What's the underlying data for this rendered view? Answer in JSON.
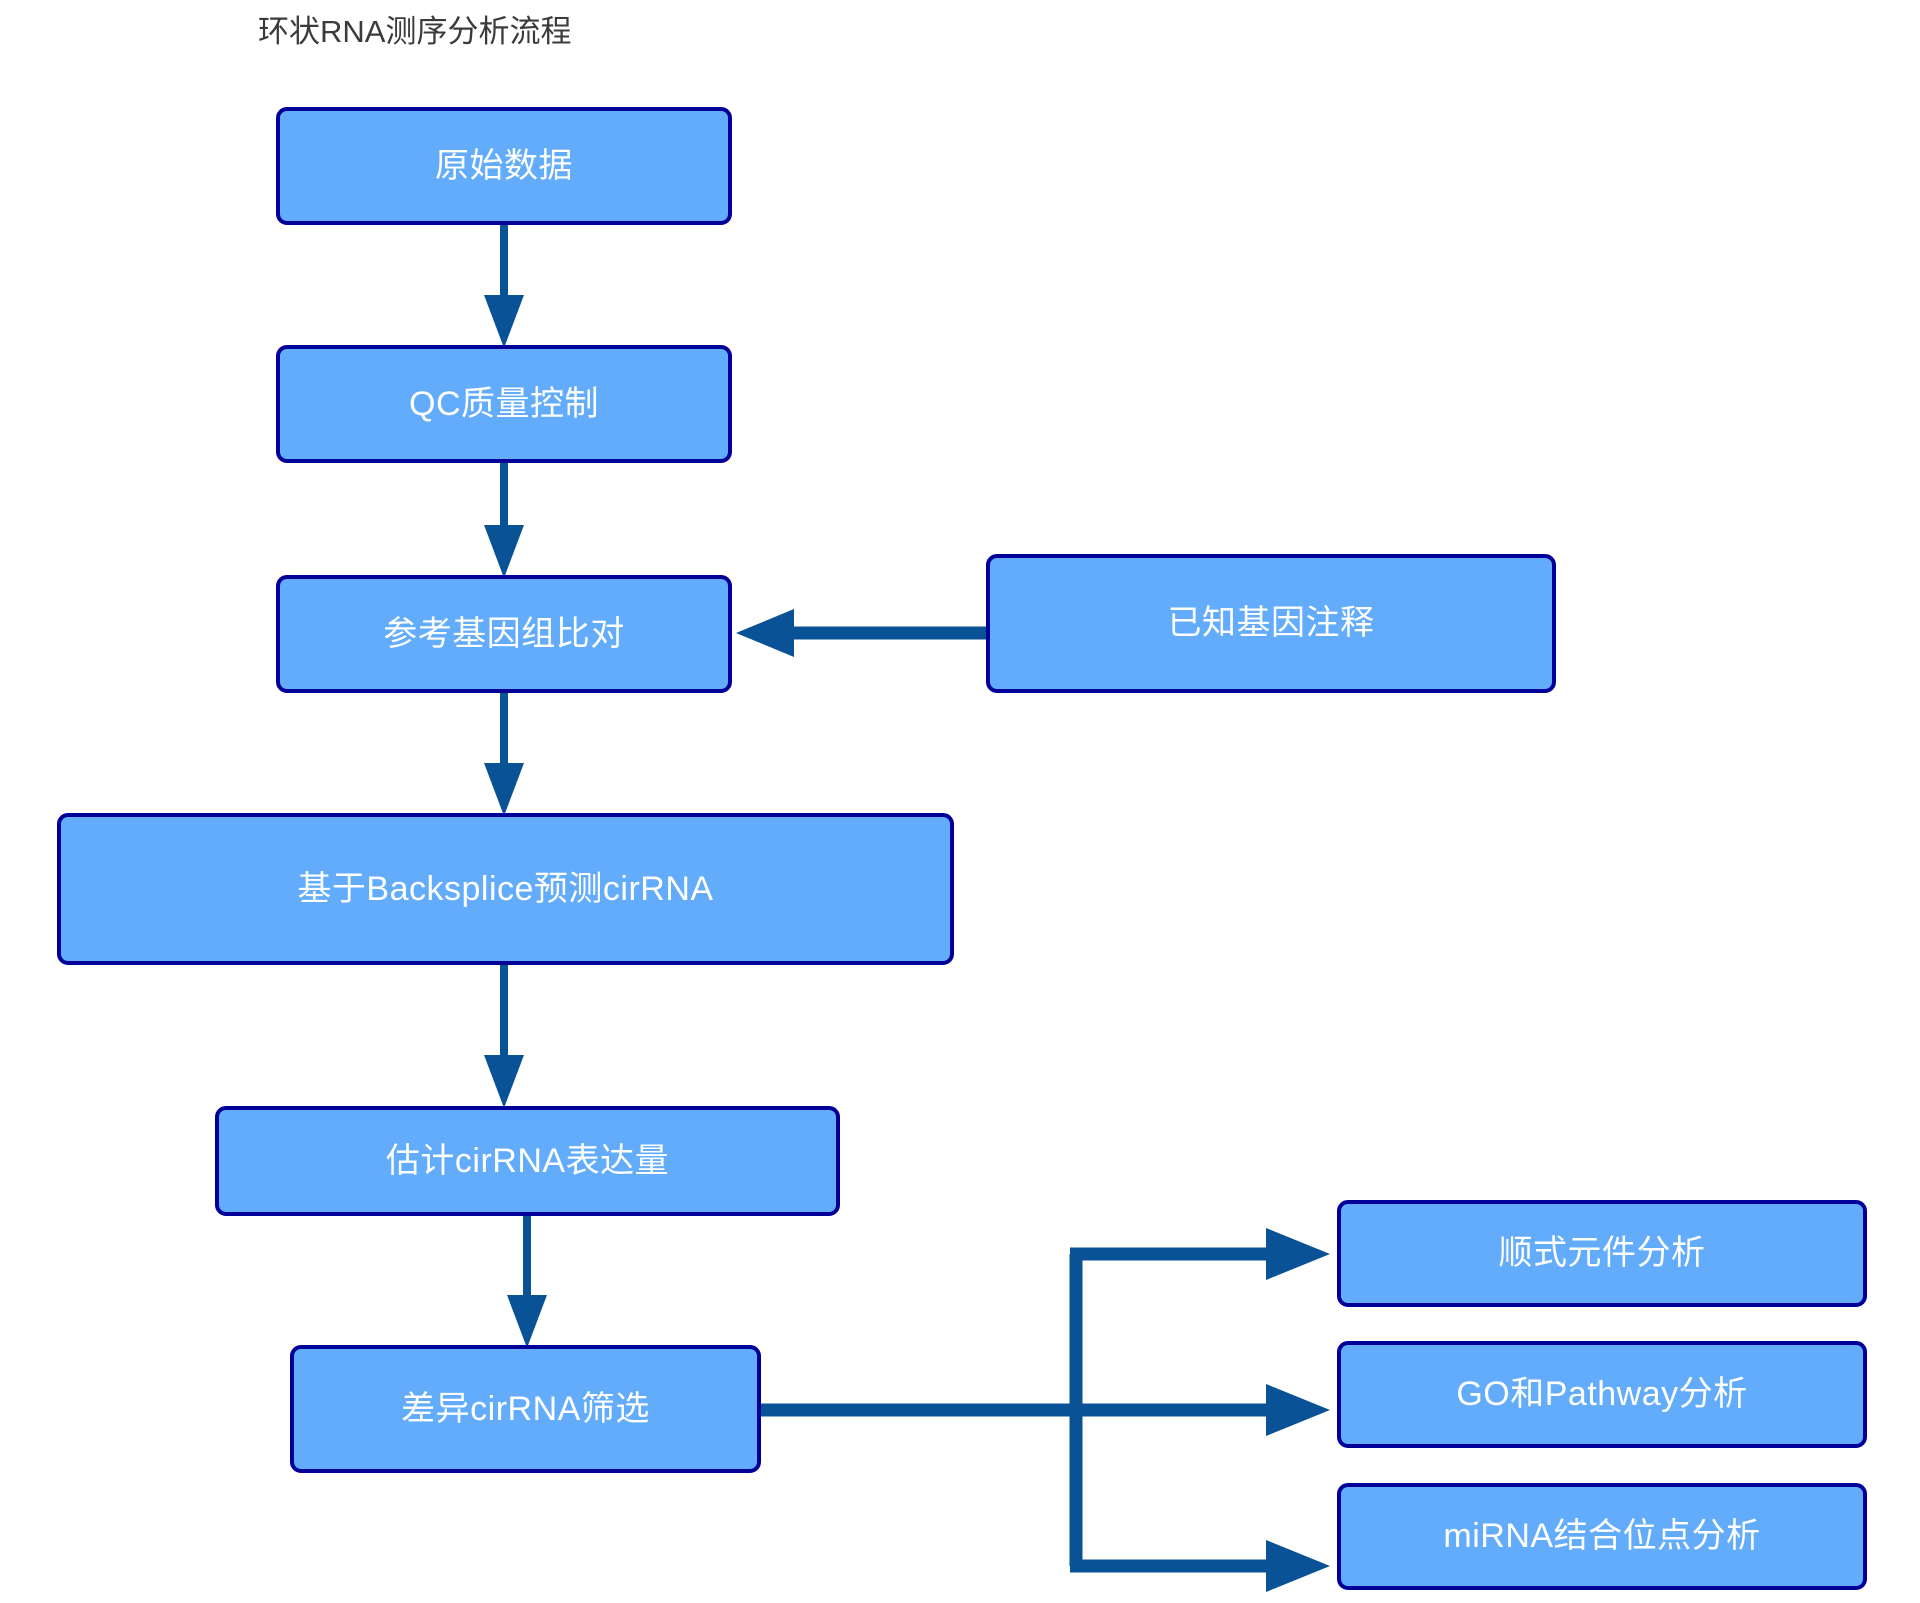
{
  "diagram": {
    "title": "环状RNA测序分析流程",
    "colors": {
      "node_fill": "#62acfb",
      "node_border": "#000099",
      "node_text": "#ffffff",
      "arrow": "#0a5296",
      "title_text": "#3b3b3b",
      "background": "#ffffff"
    },
    "nodes": [
      {
        "id": "raw-data",
        "label": "原始数据"
      },
      {
        "id": "qc",
        "label": "QC质量控制"
      },
      {
        "id": "align",
        "label": "参考基因组比对"
      },
      {
        "id": "annotation",
        "label": "已知基因注释"
      },
      {
        "id": "backsplice",
        "label": "基于Backsplice预测cirRNA"
      },
      {
        "id": "expression",
        "label": "估计cirRNA表达量"
      },
      {
        "id": "diff",
        "label": "差异cirRNA筛选"
      },
      {
        "id": "cis",
        "label": "顺式元件分析"
      },
      {
        "id": "go",
        "label": "GO和Pathway分析"
      },
      {
        "id": "mirna",
        "label": "miRNA结合位点分析"
      }
    ],
    "edges": [
      {
        "from": "raw-data",
        "to": "qc",
        "direction": "down"
      },
      {
        "from": "qc",
        "to": "align",
        "direction": "down"
      },
      {
        "from": "annotation",
        "to": "align",
        "direction": "left"
      },
      {
        "from": "align",
        "to": "backsplice",
        "direction": "down"
      },
      {
        "from": "backsplice",
        "to": "expression",
        "direction": "down"
      },
      {
        "from": "expression",
        "to": "diff",
        "direction": "down"
      },
      {
        "from": "diff",
        "to": "cis",
        "direction": "right-branch-up"
      },
      {
        "from": "diff",
        "to": "go",
        "direction": "right"
      },
      {
        "from": "diff",
        "to": "mirna",
        "direction": "right-branch-down"
      }
    ]
  }
}
